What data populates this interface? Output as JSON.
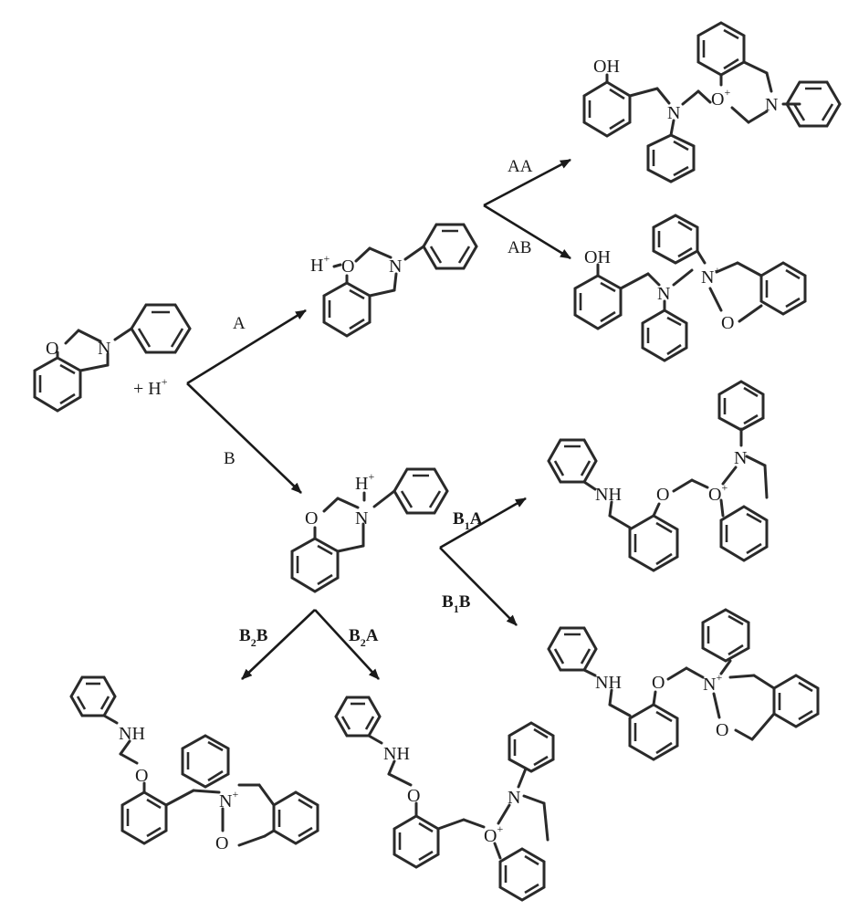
{
  "reaction": {
    "reagent": "+ H",
    "reagent_charge": "+"
  },
  "path_labels": {
    "A": "A",
    "B": "B",
    "AA": "AA",
    "AB": "AB",
    "B1A_main": "B",
    "B1A_sub": "1",
    "B1A_tail": "A",
    "B1B_main": "B",
    "B1B_sub": "1",
    "B1B_tail": "B",
    "B2B_main": "B",
    "B2B_sub": "2",
    "B2B_tail": "B",
    "B2A_main": "B",
    "B2A_sub": "2",
    "B2A_tail": "A"
  },
  "atoms": {
    "O": "O",
    "N": "N",
    "H": "H",
    "OH": "OH",
    "NH": "NH",
    "plus": "+"
  }
}
